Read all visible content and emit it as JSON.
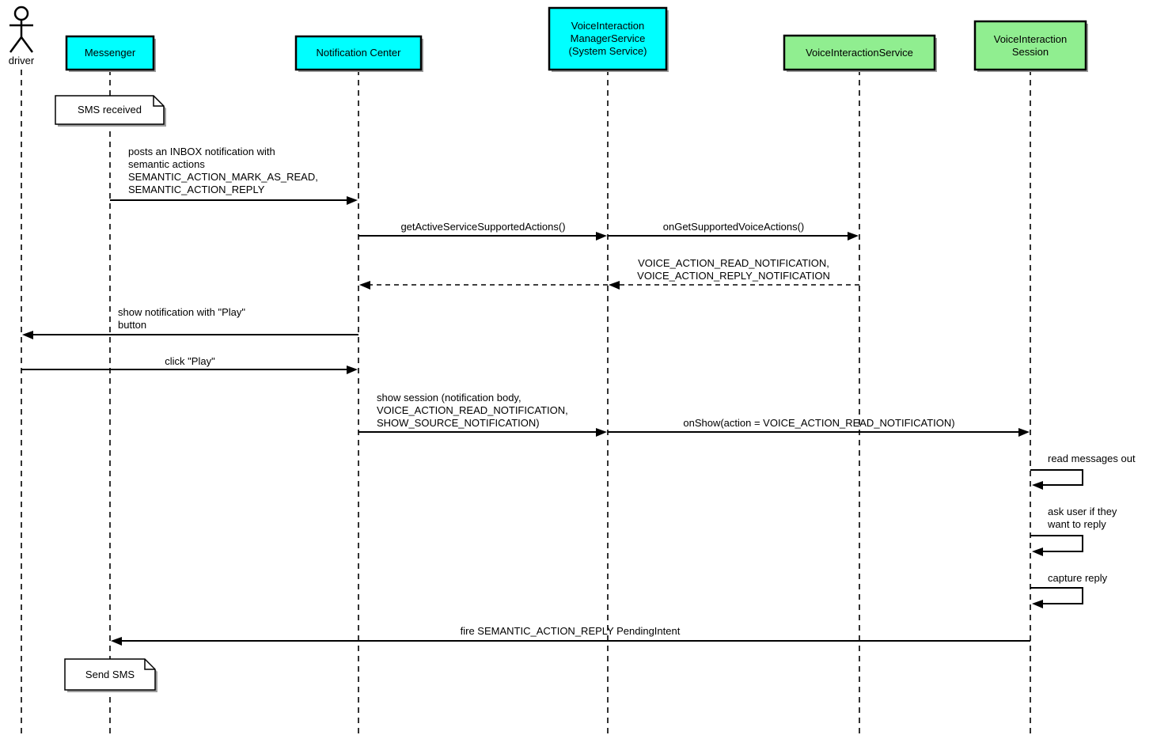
{
  "diagram_type": "uml-sequence",
  "colors": {
    "participant_cyan": "#00FFFF",
    "participant_green": "#90EE90",
    "line": "#000000",
    "note_bg": "#FFFFFF",
    "shadow": "#9e9e9e"
  },
  "actor": {
    "label": "driver"
  },
  "participants": [
    {
      "label": "Messenger",
      "color": "#00FFFF"
    },
    {
      "label": "Notification Center",
      "color": "#00FFFF"
    },
    {
      "label": "VoiceInteraction\nManagerService\n(System Service)",
      "color": "#00FFFF"
    },
    {
      "label": "VoiceInteractionService",
      "color": "#90EE90"
    },
    {
      "label": "VoiceInteraction\nSession",
      "color": "#90EE90"
    }
  ],
  "notes": [
    {
      "attached_to": "Messenger",
      "text": "SMS received"
    },
    {
      "attached_to": "Messenger",
      "text": "Send SMS"
    }
  ],
  "messages": [
    {
      "from": "Messenger",
      "to": "Notification Center",
      "type": "solid",
      "label": "posts an INBOX notification with\nsemantic actions\nSEMANTIC_ACTION_MARK_AS_READ,\nSEMANTIC_ACTION_REPLY"
    },
    {
      "from": "Notification Center",
      "to": "VoiceInteraction ManagerService (System Service)",
      "type": "solid",
      "label": "getActiveServiceSupportedActions()"
    },
    {
      "from": "VoiceInteraction ManagerService (System Service)",
      "to": "VoiceInteractionService",
      "type": "solid",
      "label": "onGetSupportedVoiceActions()"
    },
    {
      "from": "VoiceInteractionService",
      "to": "Notification Center",
      "type": "dashed-return",
      "label": "VOICE_ACTION_READ_NOTIFICATION,\nVOICE_ACTION_REPLY_NOTIFICATION"
    },
    {
      "from": "Notification Center",
      "to": "driver",
      "type": "solid",
      "label": "show notification with \"Play\"\nbutton"
    },
    {
      "from": "driver",
      "to": "Notification Center",
      "type": "solid",
      "label": "click \"Play\""
    },
    {
      "from": "Notification Center",
      "to": "VoiceInteraction ManagerService (System Service)",
      "type": "solid",
      "label": "show session (notification body,\nVOICE_ACTION_READ_NOTIFICATION,\nSHOW_SOURCE_NOTIFICATION)"
    },
    {
      "from": "VoiceInteraction ManagerService (System Service)",
      "to": "VoiceInteraction Session",
      "type": "solid",
      "label": "onShow(action = VOICE_ACTION_READ_NOTIFICATION)"
    },
    {
      "from": "VoiceInteraction Session",
      "to": "VoiceInteraction Session",
      "type": "self",
      "label": "read messages out"
    },
    {
      "from": "VoiceInteraction Session",
      "to": "VoiceInteraction Session",
      "type": "self",
      "label": "ask user if they\nwant to reply"
    },
    {
      "from": "VoiceInteraction Session",
      "to": "VoiceInteraction Session",
      "type": "self",
      "label": "capture reply"
    },
    {
      "from": "VoiceInteraction Session",
      "to": "Messenger",
      "type": "solid",
      "label": "fire SEMANTIC_ACTION_REPLY PendingIntent"
    }
  ]
}
